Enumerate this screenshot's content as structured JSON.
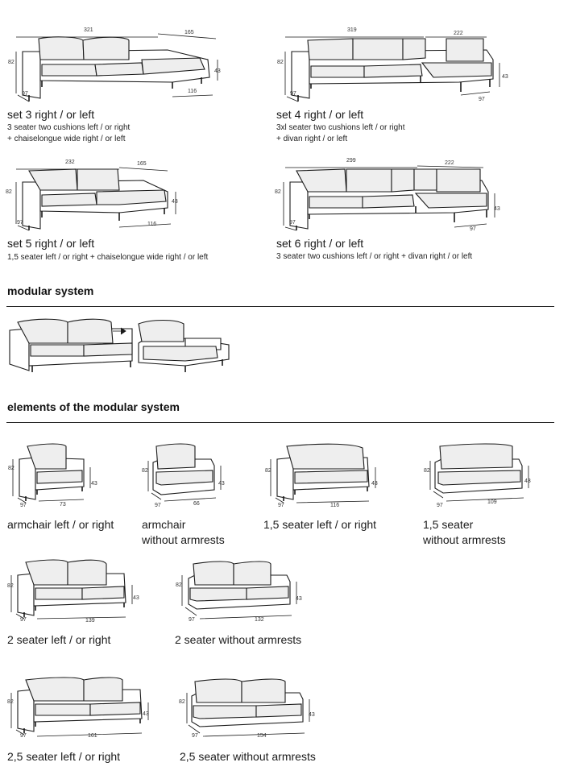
{
  "sets": [
    {
      "name": "set 3 right / or left",
      "desc": [
        "3 seater two cushions left / or right",
        "+ chaiselongue wide right / or left"
      ],
      "dims": {
        "w1": "321",
        "w2": "165",
        "h": "82",
        "d": "97",
        "h2": "43",
        "d2": "116"
      }
    },
    {
      "name": "set 4 right / or left",
      "desc": [
        "3xl seater two cushions left / or right",
        "+ divan right / or left"
      ],
      "dims": {
        "w1": "319",
        "w2": "222",
        "h": "82",
        "d": "97",
        "h2": "43",
        "d2": "97"
      }
    },
    {
      "name": "set 5 right / or left",
      "desc": [
        "1,5 seater left / or right + chaiselongue wide right / or left"
      ],
      "dims": {
        "w1": "232",
        "w2": "165",
        "h": "82",
        "d": "97",
        "h2": "43",
        "d2": "116"
      }
    },
    {
      "name": "set 6 right / or left",
      "desc": [
        "3 seater two cushions left / or right + divan right / or left"
      ],
      "dims": {
        "w1": "299",
        "w2": "222",
        "h": "82",
        "d": "97",
        "h2": "43",
        "d2": "97"
      }
    }
  ],
  "sections": {
    "modular": "modular system",
    "elements": "elements of the modular system"
  },
  "elements": [
    {
      "name": [
        "armchair left / or right"
      ],
      "h": "82",
      "d": "97",
      "w": "73",
      "h2": "43"
    },
    {
      "name": [
        "armchair",
        "without armrests"
      ],
      "h": "82",
      "d": "97",
      "w": "66",
      "h2": "43"
    },
    {
      "name": [
        "1,5 seater left / or right"
      ],
      "h": "82",
      "d": "97",
      "w": "116",
      "h2": "43"
    },
    {
      "name": [
        "1,5 seater",
        "without armrests"
      ],
      "h": "82",
      "d": "97",
      "w": "109",
      "h2": "43"
    },
    {
      "name": [
        "2 seater left / or right"
      ],
      "h": "82",
      "d": "97",
      "w": "139",
      "h2": "43"
    },
    {
      "name": [
        "2 seater without armrests"
      ],
      "h": "82",
      "d": "97",
      "w": "132",
      "h2": "43"
    },
    {
      "name": [
        "2,5 seater left / or right"
      ],
      "h": "82",
      "d": "97",
      "w": "161",
      "h2": "43"
    },
    {
      "name": [
        "2,5 seater without armrests"
      ],
      "h": "82",
      "d": "97",
      "w": "154",
      "h2": "43"
    }
  ]
}
